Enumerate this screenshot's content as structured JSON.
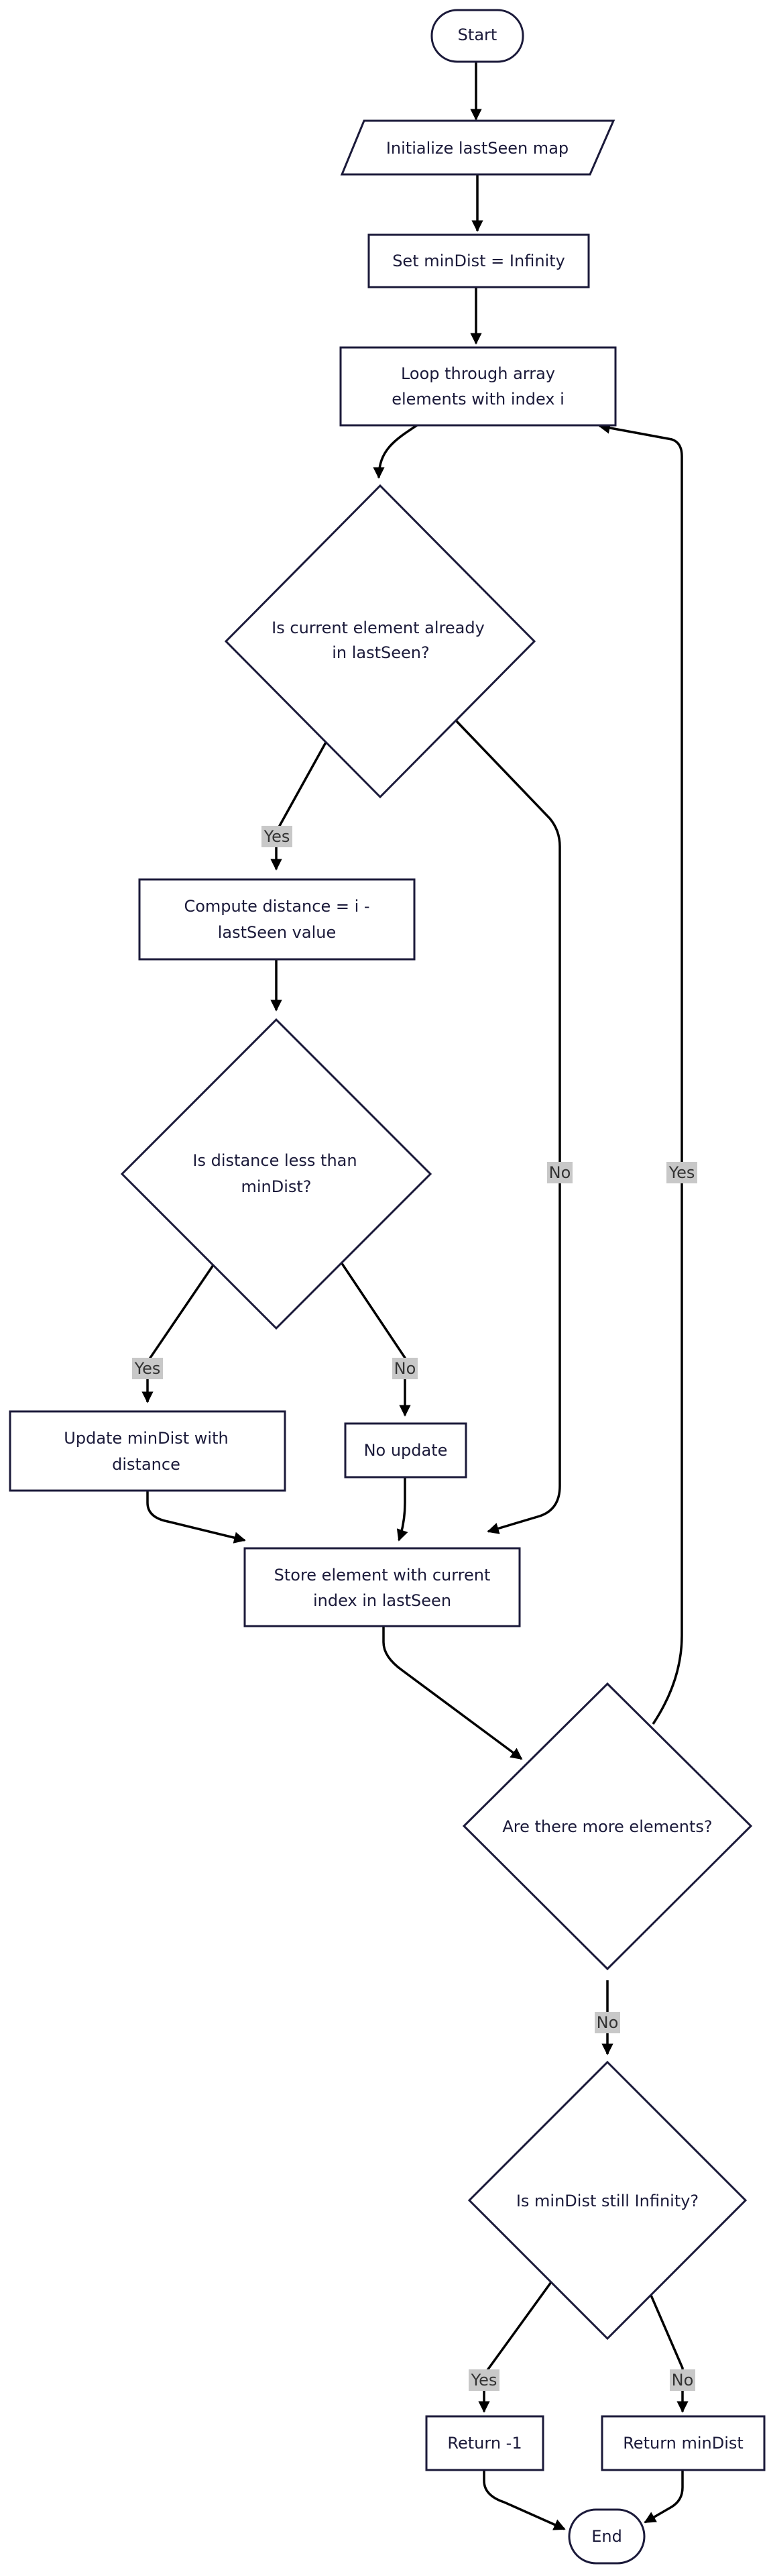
{
  "diagram": {
    "nodes": {
      "start": {
        "lines": [
          "Start"
        ]
      },
      "init_map": {
        "lines": [
          "Initialize lastSeen map"
        ]
      },
      "set_min": {
        "lines": [
          "Set minDist = Infinity"
        ]
      },
      "loop": {
        "lines": [
          "Loop through array",
          "elements with index i"
        ]
      },
      "check_seen": {
        "lines": [
          "Is current element already",
          "in lastSeen?"
        ]
      },
      "compute": {
        "lines": [
          "Compute distance = i -",
          "lastSeen value"
        ]
      },
      "check_less": {
        "lines": [
          "Is distance less than",
          "minDist?"
        ]
      },
      "update": {
        "lines": [
          "Update minDist with",
          "distance"
        ]
      },
      "no_update": {
        "lines": [
          "No update"
        ]
      },
      "store": {
        "lines": [
          "Store element with current",
          "index in lastSeen"
        ]
      },
      "more": {
        "lines": [
          "Are there more elements?"
        ]
      },
      "still_inf": {
        "lines": [
          "Is minDist still Infinity?"
        ]
      },
      "return_neg": {
        "lines": [
          "Return -1"
        ]
      },
      "return_min": {
        "lines": [
          "Return minDist"
        ]
      },
      "end": {
        "lines": [
          "End"
        ]
      }
    },
    "edge_labels": {
      "seen_yes": "Yes",
      "seen_no": "No",
      "less_yes": "Yes",
      "less_no": "No",
      "more_yes": "Yes",
      "more_no": "No",
      "inf_yes": "Yes",
      "inf_no": "No"
    },
    "colors": {
      "node_stroke": "#1b1a3a",
      "node_fill": "#ffffff",
      "edge": "#000000",
      "label_bg": "#c8c8c8"
    }
  }
}
